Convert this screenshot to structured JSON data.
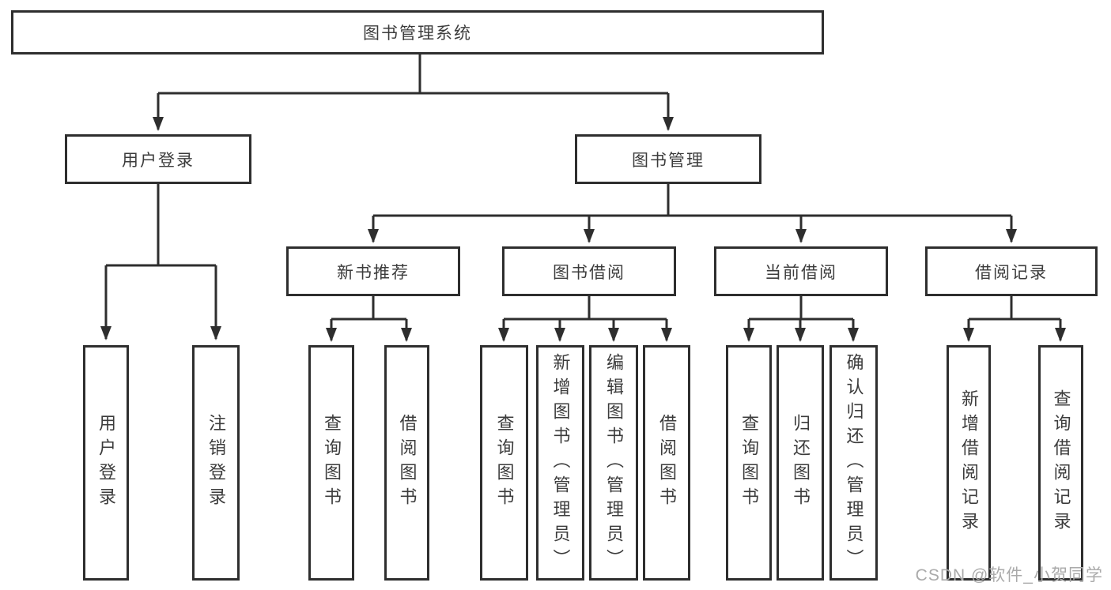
{
  "diagram": {
    "root_label": "图书管理系统",
    "branches": {
      "user_login": {
        "label": "用户登录",
        "leaves": [
          "用户登录",
          "注销登录"
        ]
      },
      "book_management": {
        "label": "图书管理",
        "sections": {
          "new_book_recommend": {
            "label": "新书推荐",
            "leaves": [
              "查询图书",
              "借阅图书"
            ]
          },
          "book_borrow": {
            "label": "图书借阅",
            "leaves": [
              "查询图书",
              "新增图书（管理员）",
              "编辑图书（管理员）",
              "借阅图书"
            ]
          },
          "current_borrow": {
            "label": "当前借阅",
            "leaves": [
              "查询图书",
              "归还图书",
              "确认归还（管理员）"
            ]
          },
          "borrow_records": {
            "label": "借阅记录",
            "leaves": [
              "新增借阅记录",
              "查询借阅记录"
            ]
          }
        }
      }
    }
  },
  "watermark": {
    "text": "CSDN @软件_小贺同学"
  },
  "colors": {
    "line": "#2e2e2e",
    "text": "#3c3c3c",
    "background": "#ffffff",
    "watermark": "#aaaaaa"
  }
}
